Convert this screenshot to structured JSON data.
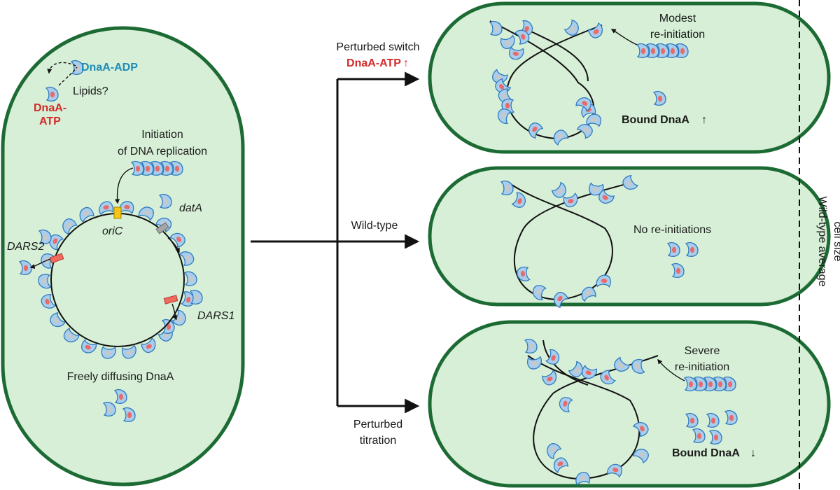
{
  "left_cell": {
    "dnaa_adp": "DnaA-ADP",
    "lipids": "Lipids?",
    "dnaa_atp_1": "DnaA-",
    "dnaa_atp_2": "ATP",
    "initiation_1": "Initiation",
    "initiation_2": "of DNA replication",
    "oric": "oriC",
    "data_site": "datA",
    "dars2": "DARS2",
    "dars1": "DARS1",
    "free": "Freely diffusing DnaA"
  },
  "branches": {
    "top_1": "Perturbed switch",
    "top_2": "DnaA-ATP",
    "top_arrow": "↑",
    "middle": "Wild-type",
    "bottom_1": "Perturbed",
    "bottom_2": "titration"
  },
  "top_cell": {
    "note_1": "Modest",
    "note_2": "re-initiation",
    "bound": "Bound DnaA",
    "bound_arrow": "↑"
  },
  "middle_cell": {
    "note": "No re-initiations"
  },
  "bottom_cell": {
    "note_1": "Severe",
    "note_2": "re-initiation",
    "bound": "Bound DnaA",
    "bound_arrow": "↓"
  },
  "side_label": {
    "line_1": "Wild-type average",
    "line_2": "cell size"
  },
  "colors": {
    "cell_fill": "#d6efd6",
    "cell_border": "#1d6b34",
    "dnaa_fill": "#a9cdea",
    "dnaa_stroke": "#2f7cc0",
    "atp": "#e86a6a",
    "adp": "#c8c8c8",
    "orc": "#f5c518",
    "dars": "#ee6b5e",
    "data": "#a6a6a6"
  }
}
